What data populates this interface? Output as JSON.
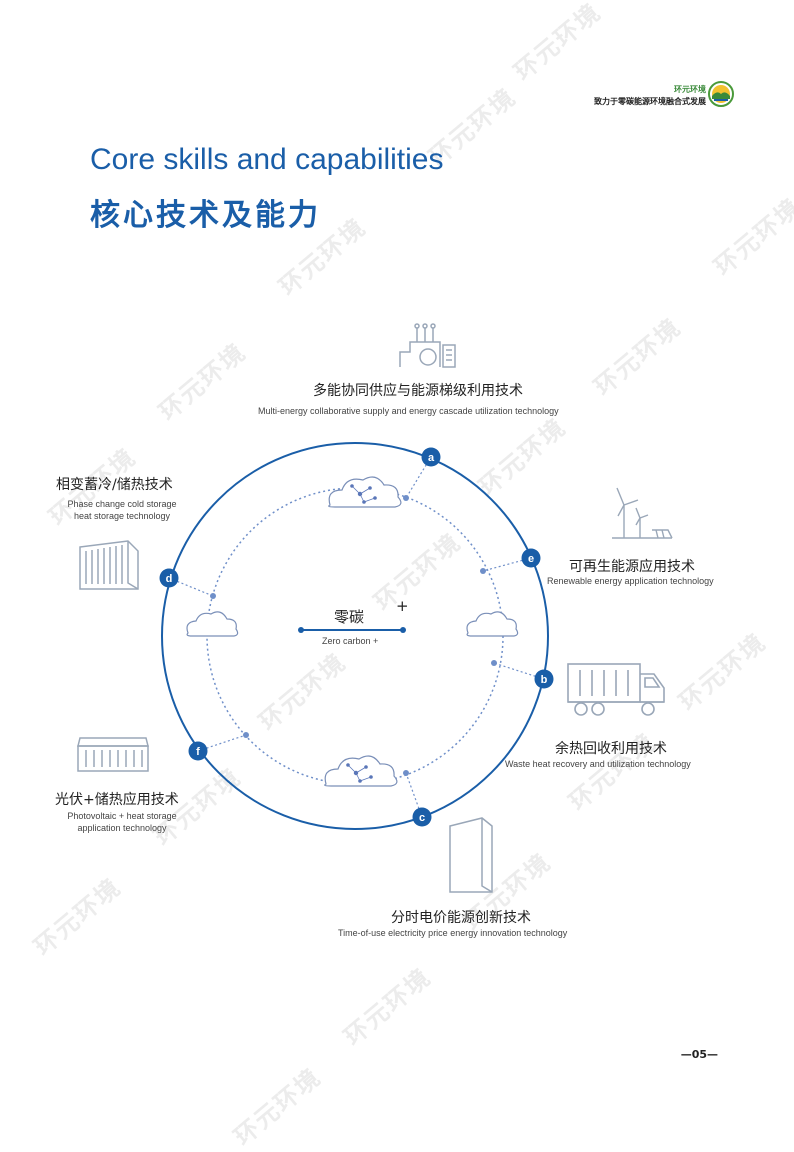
{
  "watermark": {
    "text": "环元环境"
  },
  "brand": {
    "name": "环元环境",
    "slogan": "致力于零碳能源环境融合式发展"
  },
  "title": {
    "en": "Core skills and capabilities",
    "cn": "核心技术及能力"
  },
  "center": {
    "cn": "零碳",
    "plus": "+",
    "en": "Zero carbon +"
  },
  "nodes": {
    "a": {
      "letter": "a",
      "cn": "多能协同供应与能源梯级利用技术",
      "en": "Multi-energy collaborative supply and energy cascade utilization technology"
    },
    "b": {
      "letter": "b",
      "cn": "余热回收利用技术",
      "en": "Waste heat recovery and utilization technology"
    },
    "c": {
      "letter": "c",
      "cn": "分时电价能源创新技术",
      "en": "Time-of-use electricity price energy innovation technology"
    },
    "d": {
      "letter": "d",
      "cn": "相变蓄冷/储热技术",
      "en1": "Phase change cold storage",
      "en2": "heat storage technology"
    },
    "e": {
      "letter": "e",
      "cn": "可再生能源应用技术",
      "en": "Renewable energy application technology"
    },
    "f": {
      "letter": "f",
      "cn": "光伏+储热应用技术",
      "en1": "Photovoltaic + heat storage",
      "en2": "application technology"
    }
  },
  "page": {
    "number": "—05—"
  },
  "colors": {
    "primary": "#1a5ea8",
    "dotted": "#6f8fc9",
    "icon_gray": "#9aa7b8",
    "brand_green": "#3a8a3a"
  }
}
